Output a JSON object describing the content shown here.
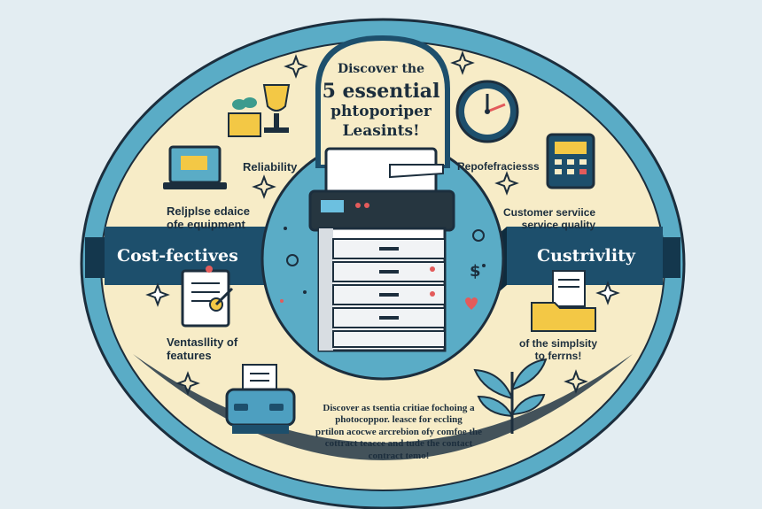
{
  "title": {
    "line1": "Discover the",
    "line2": "5 essential",
    "line3": "phtoporiper",
    "line4": "Leasints!"
  },
  "ribbons": {
    "left": "Cost-fectives",
    "right": "Custrivlity"
  },
  "labels": {
    "reliability": "Reliability",
    "reliable_equipment": "Reljplse edaice\nofe equipment",
    "versatility": "Ventasllity of\nfeatures",
    "repofe": "Repofefraciesss",
    "customer_service": "Customer serviice\nservice quality",
    "simplicity": "of the simplsity\nto ferrns!"
  },
  "description": "Discover as tsentia critiae fochoing a\nphotocoppor. leasce for eccling\nprtilon acocwe arcrebion ofy comfoe the\ncottract teacce  and tude the contact\ncontract temo!",
  "icons": [
    "trophy-icon",
    "laptop-icon",
    "clock-icon",
    "calculator-icon",
    "clipboard-icon",
    "file-folder-icon",
    "printer-icon",
    "plant-icon",
    "photocopier-icon",
    "gear-icon",
    "dollar-icon",
    "heart-icon",
    "sparkle-icon"
  ],
  "colors": {
    "background": "#e3edf2",
    "outer_ring": "#5aacc6",
    "cream": "#f7ecc7",
    "center": "#5aacc6",
    "navy": "#1d4f6c",
    "ribbon": "#1d4f6c",
    "ink": "#1c2e3d"
  }
}
